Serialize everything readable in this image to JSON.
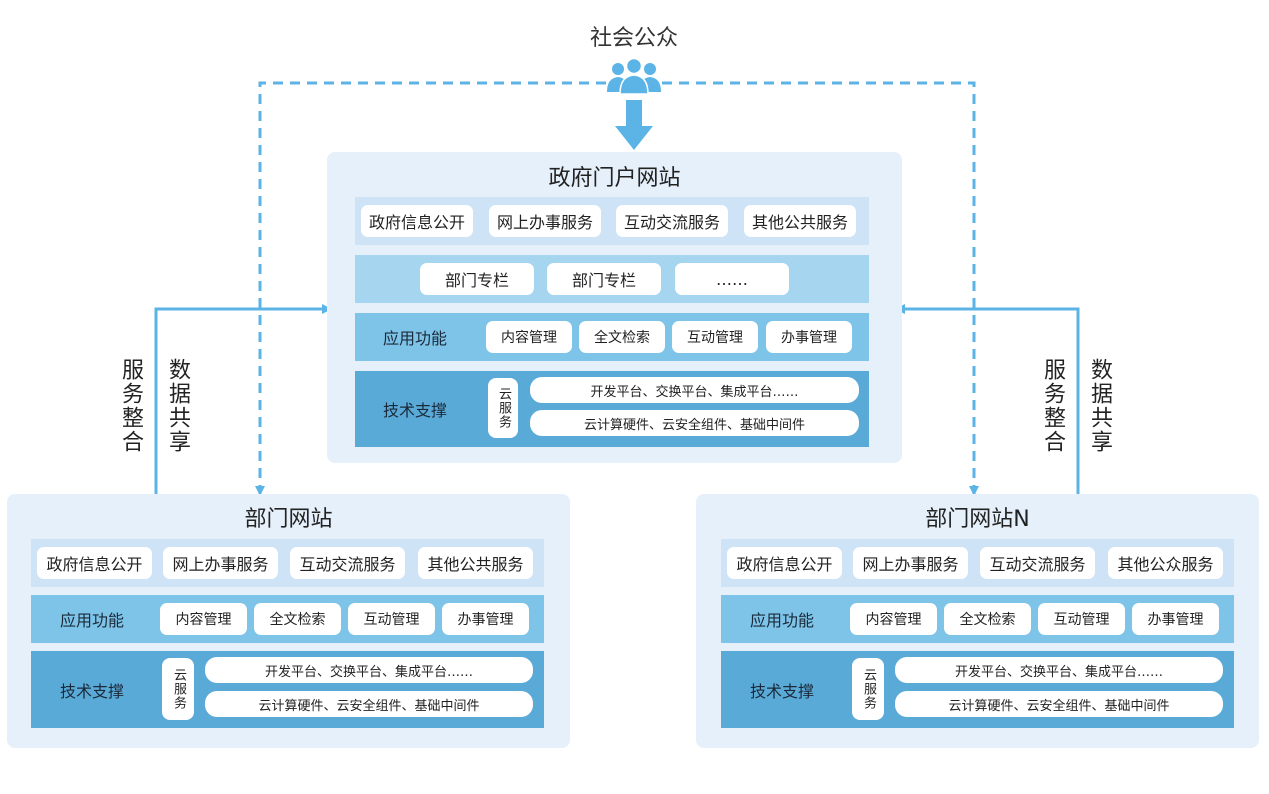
{
  "public": {
    "label": "社会公众"
  },
  "center": {
    "title": "政府门户网站",
    "row1": [
      "政府信息公开",
      "网上办事服务",
      "互动交流服务",
      "其他公共服务"
    ],
    "row2": [
      "部门专栏",
      "部门专栏",
      "……"
    ],
    "app_label": "应用功能",
    "app_items": [
      "内容管理",
      "全文检索",
      "互动管理",
      "办事管理"
    ],
    "tech_label": "技术支撑",
    "cloud_label": "云服务",
    "tech_items": [
      "开发平台、交换平台、集成平台……",
      "云计算硬件、云安全组件、基础中间件"
    ]
  },
  "left": {
    "title": "部门网站",
    "row1": [
      "政府信息公开",
      "网上办事服务",
      "互动交流服务",
      "其他公共服务"
    ],
    "app_label": "应用功能",
    "app_items": [
      "内容管理",
      "全文检索",
      "互动管理",
      "办事管理"
    ],
    "tech_label": "技术支撑",
    "cloud_label": "云服务",
    "tech_items": [
      "开发平台、交换平台、集成平台……",
      "云计算硬件、云安全组件、基础中间件"
    ]
  },
  "right": {
    "title": "部门网站N",
    "row1": [
      "政府信息公开",
      "网上办事服务",
      "互动交流服务",
      "其他公众服务"
    ],
    "app_label": "应用功能",
    "app_items": [
      "内容管理",
      "全文检索",
      "互动管理",
      "办事管理"
    ],
    "tech_label": "技术支撑",
    "cloud_label": "云服务",
    "tech_items": [
      "开发平台、交换平台、集成平台……",
      "云计算硬件、云安全组件、基础中间件"
    ]
  },
  "side_labels": {
    "service": "服务整合",
    "data": "数据共享"
  },
  "colors": {
    "arrow": "#5bb4e5",
    "panel_bg": "#e6f0fb"
  }
}
